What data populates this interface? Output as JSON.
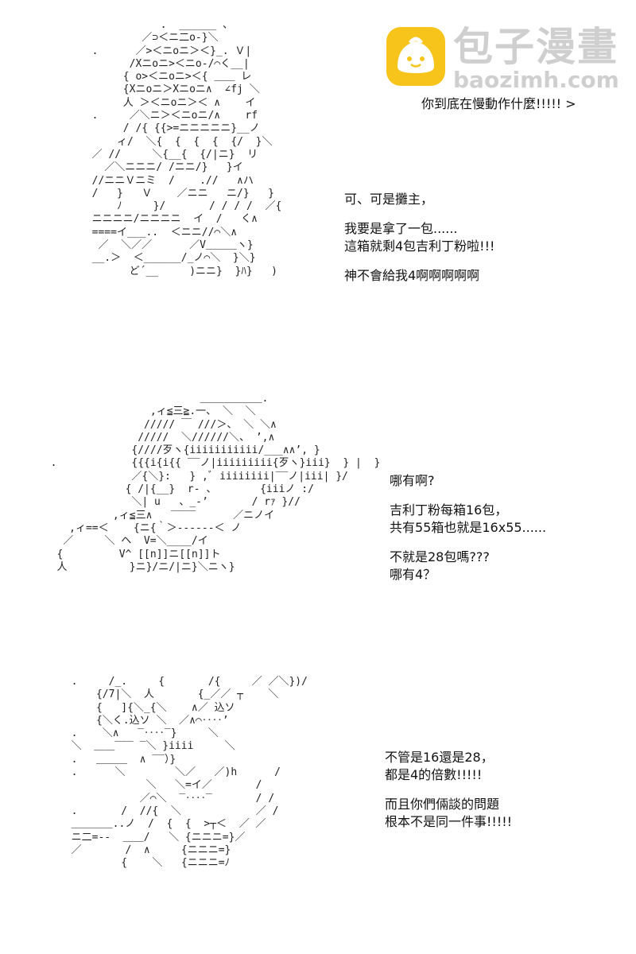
{
  "watermark": {
    "title": "包子漫畫",
    "url": "baozimh.com",
    "icon": "steamed-bun-icon",
    "accent": "#f7c41b"
  },
  "top_line": "你到底在慢動作什麼!!!!! >",
  "panel1": {
    "lines": [
      "可、可是攤主，",
      "我要是拿了一包......\n這箱就剩4包吉利丁粉啦!!!",
      "神不會給我4啊啊啊啊啊"
    ]
  },
  "panel2": {
    "lines": [
      "哪有啊?",
      "吉利丁粉每箱16包，\n共有55箱也就是16x55......",
      "不就是28包嗎???\n哪有4？"
    ]
  },
  "panel3": {
    "lines": [
      "不管是16還是28，\n都是4的倍數!!!!!",
      "而且你們倆談的問題\n根本不是同一件事!!!!!"
    ]
  }
}
